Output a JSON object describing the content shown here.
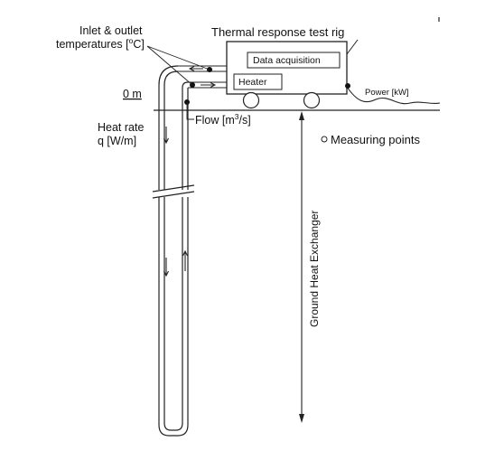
{
  "labels": {
    "inlet_line1": "Inlet & outlet",
    "inlet_line2_prefix": "temperatures [",
    "inlet_line2_sup": "o",
    "inlet_line2_suffix": "C]",
    "rig_title": "Thermal response test rig",
    "data_acquisition": "Data acquisition",
    "heater": "Heater",
    "zero_m": "0 m",
    "power": "Power [kW]",
    "heat_rate_line1": "Heat rate",
    "heat_rate_line2": "q [W/m]",
    "flow_prefix": "Flow [m",
    "flow_sup": "3",
    "flow_suffix": "/s]",
    "measuring_points": "Measuring points",
    "ground_heat_exchanger": "Ground Heat Exchanger"
  },
  "colors": {
    "line": "#222222",
    "text": "#111111",
    "background": "#ffffff"
  }
}
